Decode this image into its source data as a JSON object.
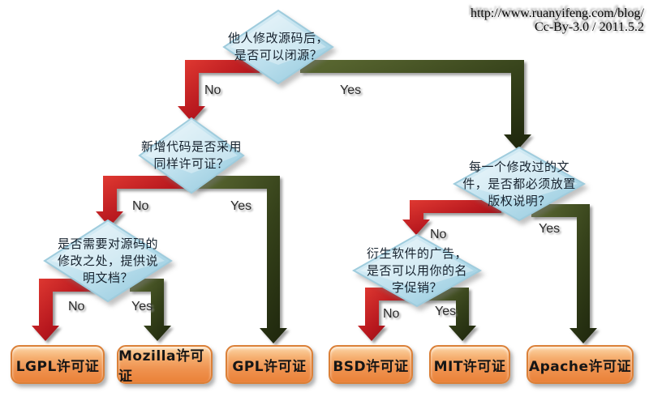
{
  "credit": {
    "line1": "http://www.ruanyifeng.com/blog/",
    "line2": "Cc-By-3.0 / 2011.5.2"
  },
  "diagram": {
    "type": "flowchart",
    "decisions": [
      {
        "id": "q-closed-source",
        "text": "他人修改源码后，\n是否可以闭源？"
      },
      {
        "id": "q-same-license",
        "text": "新增代码是否采用\n同样许可证？"
      },
      {
        "id": "q-document-changes",
        "text": "是否需要对源码的\n修改之处，提供说\n明文档？"
      },
      {
        "id": "q-copyright-notice",
        "text": "每一个修改过的文\n件，是否都必须放置\n版权说明？"
      },
      {
        "id": "q-name-promotion",
        "text": "衍生软件的广告，\n是否可以用你的名\n字促销？"
      }
    ],
    "licenses": [
      {
        "id": "lgpl",
        "label": "LGPL许可证"
      },
      {
        "id": "mozilla",
        "label": "Mozilla许可证"
      },
      {
        "id": "gpl",
        "label": "GPL许可证"
      },
      {
        "id": "bsd",
        "label": "BSD许可证"
      },
      {
        "id": "mit",
        "label": "MIT许可证"
      },
      {
        "id": "apache",
        "label": "Apache许可证"
      }
    ],
    "edges": [
      {
        "from": "q-closed-source",
        "to": "q-same-license",
        "label": "No"
      },
      {
        "from": "q-closed-source",
        "to": "q-copyright-notice",
        "label": "Yes"
      },
      {
        "from": "q-same-license",
        "to": "q-document-changes",
        "label": "No"
      },
      {
        "from": "q-same-license",
        "to": "gpl",
        "label": "Yes"
      },
      {
        "from": "q-document-changes",
        "to": "lgpl",
        "label": "No"
      },
      {
        "from": "q-document-changes",
        "to": "mozilla",
        "label": "Yes"
      },
      {
        "from": "q-copyright-notice",
        "to": "q-name-promotion",
        "label": "No"
      },
      {
        "from": "q-copyright-notice",
        "to": "apache",
        "label": "Yes"
      },
      {
        "from": "q-name-promotion",
        "to": "bsd",
        "label": "No"
      },
      {
        "from": "q-name-promotion",
        "to": "mit",
        "label": "Yes"
      }
    ],
    "colors": {
      "no_arrow": "#b5161d",
      "yes_arrow": "#35411a",
      "diamond_fill": "#aed8e8",
      "license_box": "#f09a55",
      "background": "#ffffff"
    }
  }
}
